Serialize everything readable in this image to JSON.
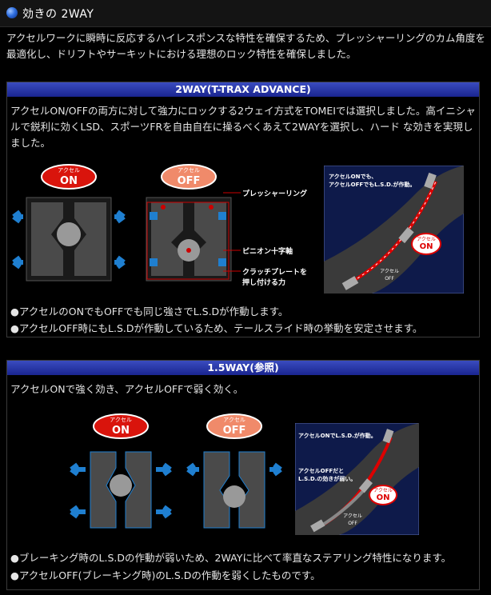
{
  "header": {
    "title": "効きの 2WAY"
  },
  "intro": "アクセルワークに瞬時に反応するハイレスポンスな特性を確保するため、プレッシャーリングのカム角度を最適化し、ドリフトやサーキットにおける理想のロック特性を確保しました。",
  "twoway": {
    "title": "2WAY(T-TRAX ADVANCE)",
    "description": "アクセルON/OFFの両方に対して強力にロックする2ウェイ方式をTOMEIでは選択しました。高イニシャルで鋭利に効くLSD、スポーツFRを自由自在に操るべくあえて2WAYを選択し、ハード な効きを実現しました。",
    "badge_on_top": "アクセル",
    "badge_on_main": "ON",
    "badge_off_top": "アクセル",
    "badge_off_main": "OFF",
    "callout_pressure_ring": "プレッシャーリング",
    "callout_pinion": "ピニオン十字軸",
    "callout_clutch_line1": "クラッチプレートを",
    "callout_clutch_line2": "押し付ける力",
    "track_text_line1": "アクセルONでも、",
    "track_text_line2": "アクセルOFFでもL.S.D.が作動。",
    "track_on_top": "アクセル",
    "track_on_main": "ON",
    "track_off_top": "アクセル",
    "track_off_main": "OFF",
    "note1": "●アクセルのONでもOFFでも同じ強さでL.S.Dが作動します。",
    "note2": "●アクセルOFF時にもL.S.Dが作動しているため、テールスライド時の挙動を安定させます。"
  },
  "onehalf": {
    "title": "1.5WAY(参照)",
    "description": "アクセルONで強く効き、アクセルOFFで弱く効く。",
    "badge_on_top": "アクセル",
    "badge_on_main": "ON",
    "badge_off_top": "アクセル",
    "badge_off_main": "OFF",
    "track_text_a": "アクセルONでL.S.D.が作動。",
    "track_text_b1": "アクセルOFFだと",
    "track_text_b2": "L.S.D.の効きが弱い。",
    "track_on_top": "アクセル",
    "track_on_main": "ON",
    "track_off_top": "アクセル",
    "track_off_main": "OFF",
    "note1": "●ブレーキング時のL.S.Dの作動が弱いため、2WAYに比べて率直なステアリング特性になります。",
    "note2": "●アクセルOFF(ブレーキング時)のL.S.Dの作動を弱くしたものです。"
  },
  "colors": {
    "accent_blue": "#1a2590",
    "on_red": "#d9140c",
    "off_salmon": "#f08a6a",
    "arrow_blue": "#1f7fd0"
  }
}
